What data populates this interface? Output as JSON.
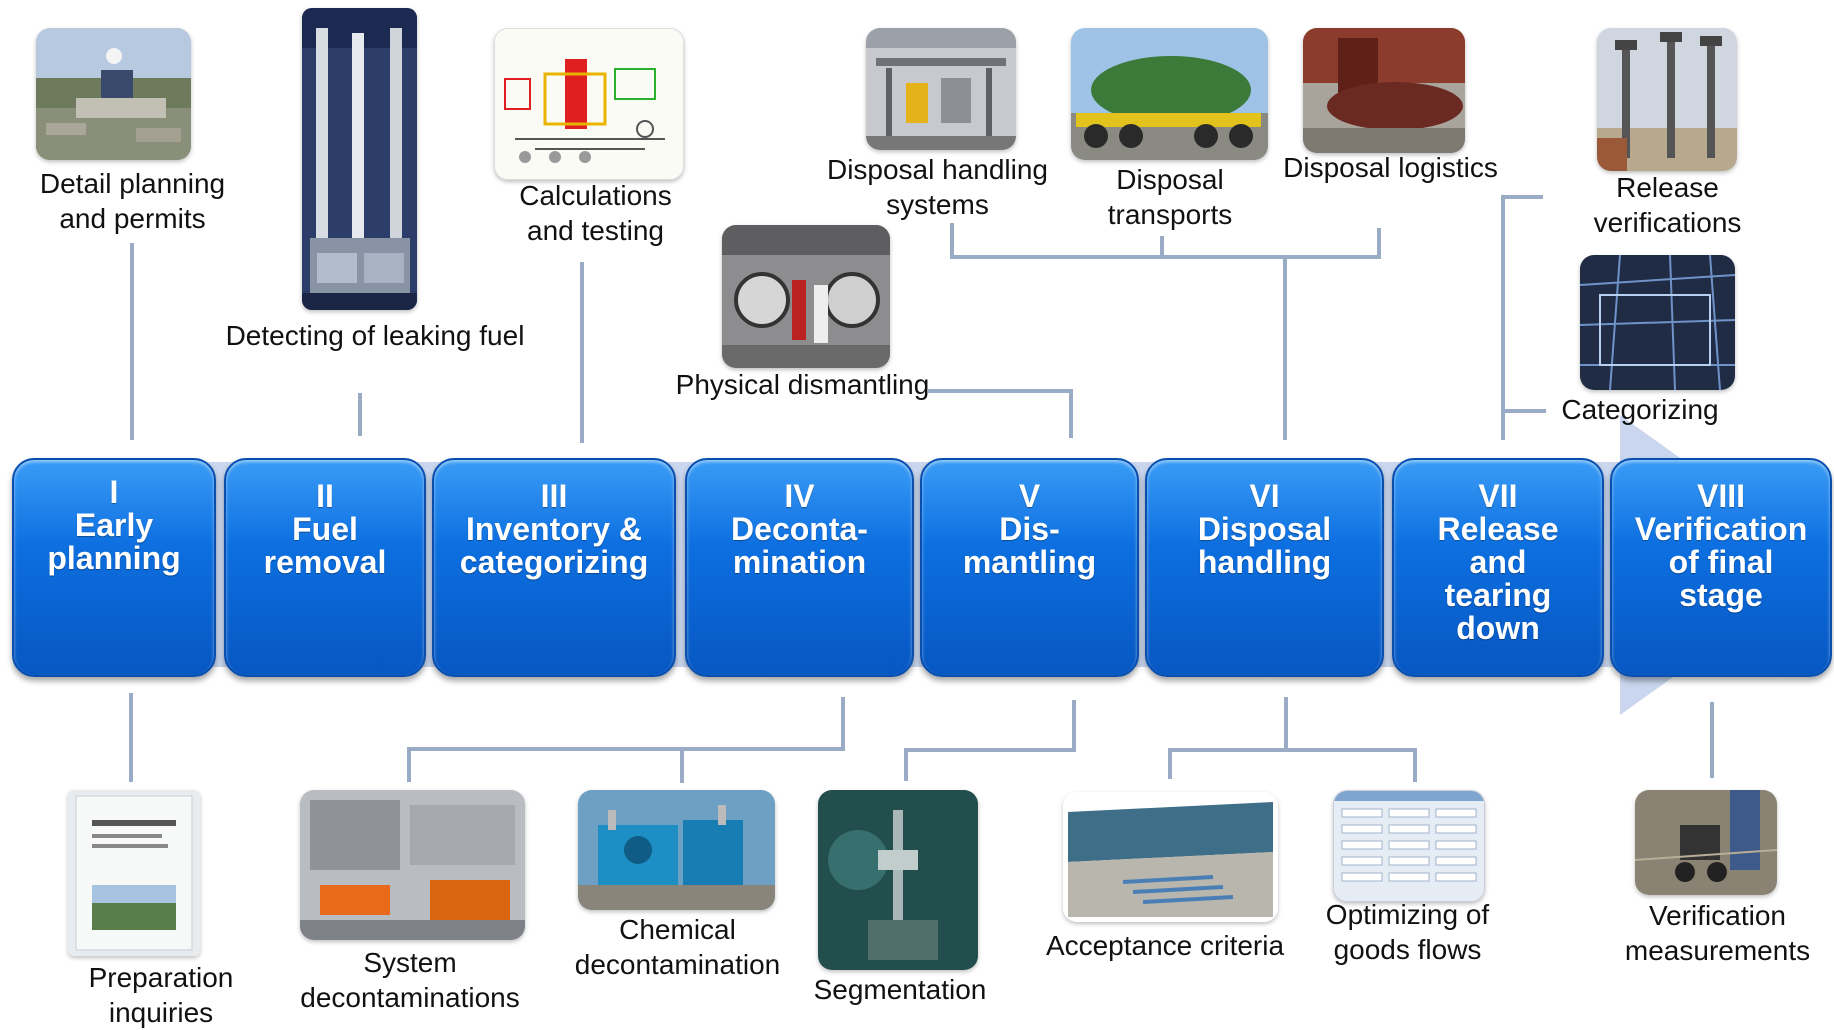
{
  "phases": [
    {
      "num": "I",
      "title": "Early\nplanning"
    },
    {
      "num": "II",
      "title": "Fuel\nremoval"
    },
    {
      "num": "III",
      "title": "Inventory &\ncategorizing"
    },
    {
      "num": "IV",
      "title": "Deconta-\nmination"
    },
    {
      "num": "V",
      "title": "Dis-\nmantling"
    },
    {
      "num": "VI",
      "title": "Disposal\nhandling"
    },
    {
      "num": "VII",
      "title": "Release\nand\ntearing\ndown"
    },
    {
      "num": "VIII",
      "title": "Verification\nof final\nstage"
    }
  ],
  "top_activities": {
    "detail_planning": "Detail planning\nand permits",
    "detecting_fuel": "Detecting of leaking fuel",
    "calculations": "Calculations\nand testing",
    "physical_dismantling": "Physical dismantling",
    "disposal_handling_systems": "Disposal handling\nsystems",
    "disposal_transports": "Disposal\ntransports",
    "disposal_logistics": "Disposal logistics",
    "release_verifications": "Release\nverifications",
    "categorizing": "Categorizing"
  },
  "bottom_activities": {
    "preparation_inquiries": "Preparation\ninquiries",
    "system_decontaminations": "System\ndecontaminations",
    "chemical_decontamination": "Chemical\ndecontamination",
    "segmentation": "Segmentation",
    "acceptance_criteria": "Acceptance criteria",
    "optimizing_goods_flows": "Optimizing of\ngoods flows",
    "verification_measurements": "Verification\nmeasurements"
  },
  "colors": {
    "phase_blue": "#0d6fe0",
    "band": "#c9d6ee",
    "connector": "#9aabc6"
  }
}
